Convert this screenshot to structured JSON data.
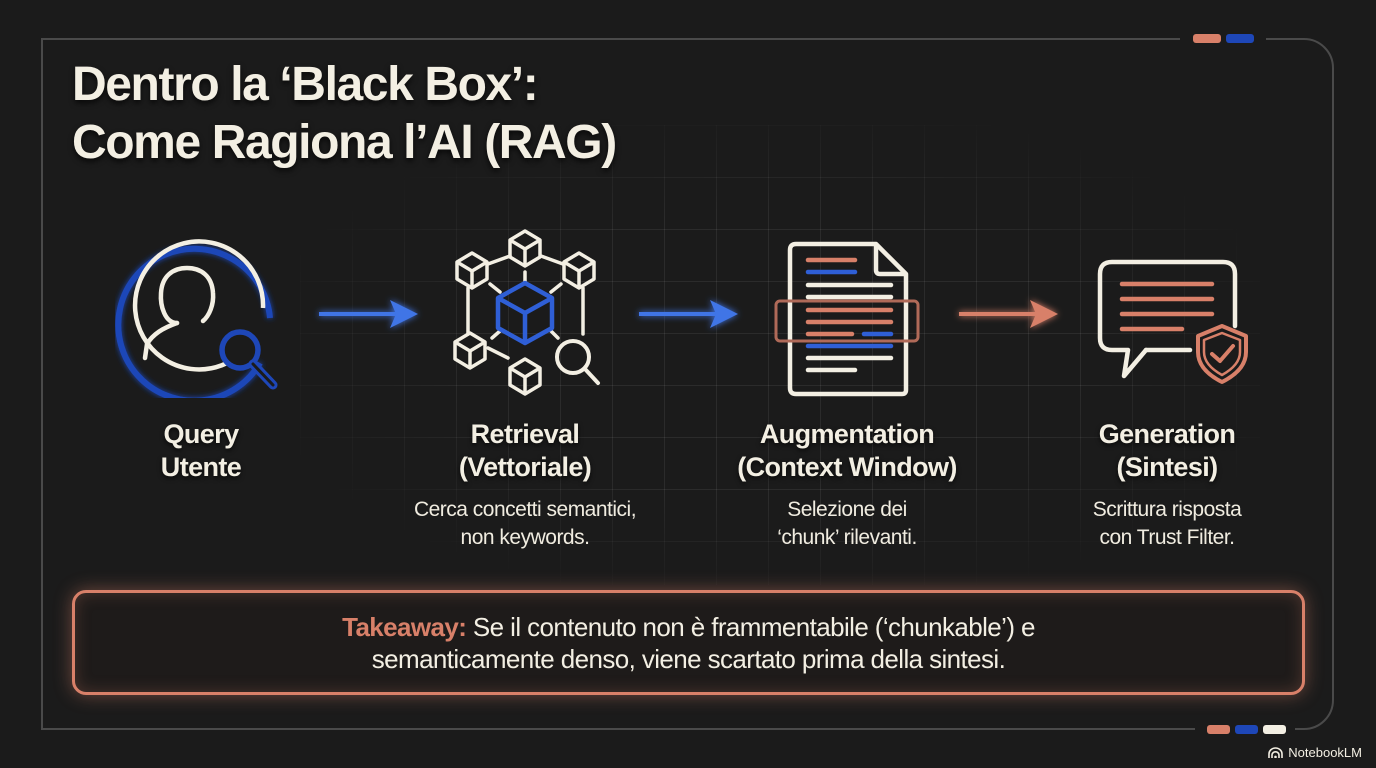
{
  "title": {
    "line1": "Dentro la ‘Black Box’:",
    "line2": "Come Ragiona l’AI (RAG)"
  },
  "colors": {
    "background": "#1b1b1b",
    "text": "#f3efe3",
    "accent_orange": "#d88069",
    "accent_blue": "#2f5fd6",
    "frame": "#4a4a4a"
  },
  "decorations": {
    "top_pills": [
      "#d88069",
      "#1e47b8"
    ],
    "bottom_pills": [
      "#d88069",
      "#1e47b8",
      "#f3efe3"
    ]
  },
  "steps": [
    {
      "icon": "user-search-icon",
      "title_line1": "Query",
      "title_line2": "Utente",
      "desc_line1": "",
      "desc_line2": ""
    },
    {
      "icon": "vector-network-search-icon",
      "title_line1": "Retrieval",
      "title_line2": "(Vettoriale)",
      "desc_line1": "Cerca concetti semantici,",
      "desc_line2": "non keywords."
    },
    {
      "icon": "document-chunk-selection-icon",
      "title_line1": "Augmentation",
      "title_line2": "(Context Window)",
      "desc_line1": "Selezione dei",
      "desc_line2": "‘chunk’ rilevanti."
    },
    {
      "icon": "chat-shield-check-icon",
      "title_line1": "Generation",
      "title_line2": "(Sintesi)",
      "desc_line1": "Scrittura risposta",
      "desc_line2": "con Trust Filter."
    }
  ],
  "arrows": [
    {
      "from": "Query Utente",
      "to": "Retrieval",
      "color": "#3f74e6"
    },
    {
      "from": "Retrieval",
      "to": "Augmentation",
      "color": "#3f74e6"
    },
    {
      "from": "Augmentation",
      "to": "Generation",
      "color": "#d88069"
    }
  ],
  "takeaway": {
    "label": "Takeaway:",
    "line1": " Se il contenuto non è frammentabile (‘chunkable’) e",
    "line2": "semanticamente denso, viene scartato prima della sintesi."
  },
  "brand": {
    "icon": "notebooklm-logo-icon",
    "name": "NotebookLM"
  }
}
